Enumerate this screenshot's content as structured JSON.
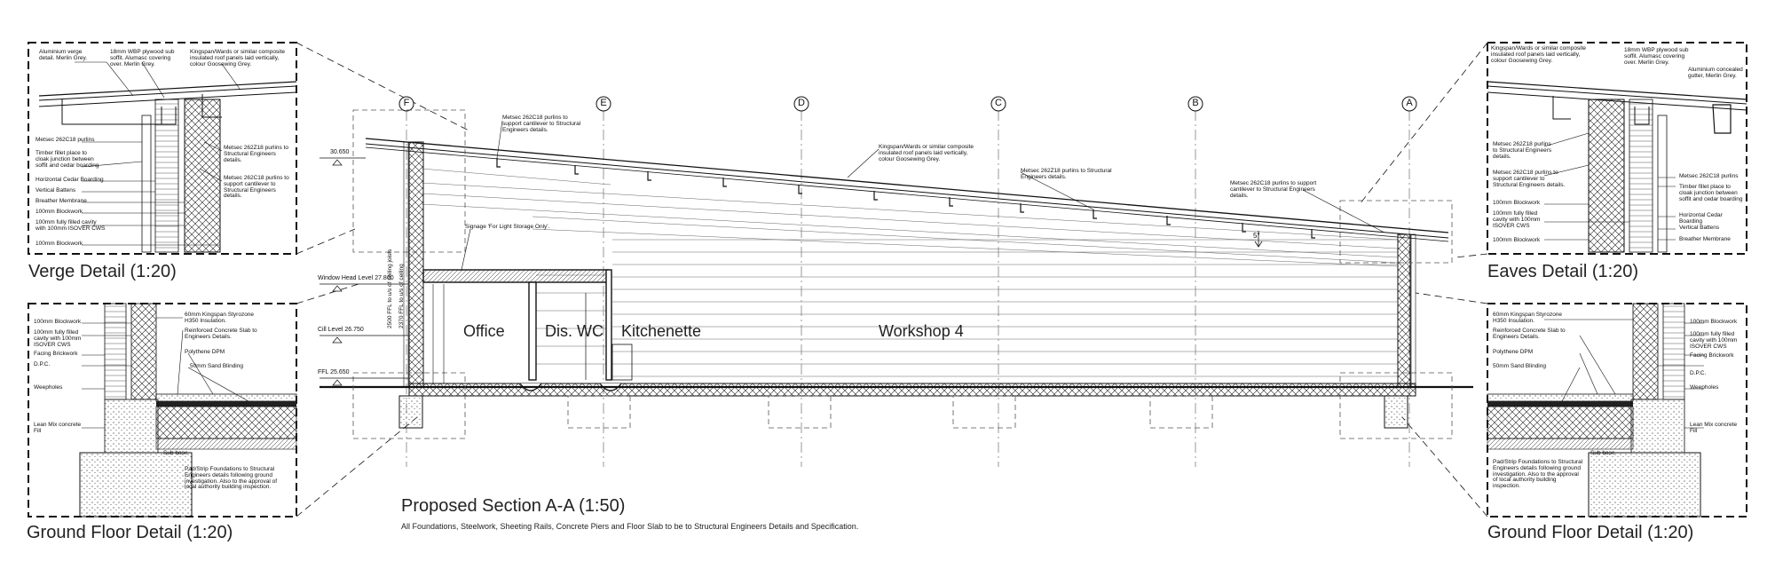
{
  "main_section": {
    "title": "Proposed Section A-A (1:50)",
    "subtitle": "All Foundations, Steelwork, Sheeting Rails, Concrete Piers and Floor Slab to be to Structural Engineers Details and Specification.",
    "gridlines": [
      "F",
      "E",
      "D",
      "C",
      "B",
      "A"
    ],
    "rooms": [
      "Office",
      "Dis. WC",
      "Kitchenette",
      "Workshop 4"
    ],
    "levels": [
      "30.650",
      "Window Head Level 27.860",
      "Cill Level 26.750",
      "FFL 25.650"
    ],
    "dims": [
      "2500 FFL to u/s of ceiling joists",
      "2370 FFL to u/s of ceiling"
    ],
    "angle": "5°",
    "notes": {
      "purlins_cantilever": "Metsec 262C18 purlins to support cantilever to Structural Engineers details.",
      "roof_panels": "Kingspan/Wards or similar composite insulated roof panels laid vertically, colour Goosewing Grey.",
      "purlins_z": "Metsec 262Z18 purlins to Structural Engineers details.",
      "purlins_cantilever_right": "Metsec 262C18 purlins to support cantilever to Structural Engineers details.",
      "signage": "Signage 'For Light Storage Only'."
    }
  },
  "details": {
    "verge": {
      "title": "Verge Detail (1:20)",
      "notes": [
        "Aluminium verge detail. Merlin Grey.",
        "18mm WBP plywood sub soffit. Alumasc covering over. Merlin Grey.",
        "Kingspan/Wards or similar composite insulated roof panels laid vertically, colour Goosewing Grey.",
        "Metsec 262C18 purlins",
        "Timber fillet place to cloak junction between soffit and cedar boarding",
        "Horizontal Cedar Boarding",
        "Vertical Battens",
        "Breather Membrane",
        "100mm Blockwork",
        "100mm fully filled cavity with 100mm ISOVER CWS",
        "100mm Blockwork",
        "Metsec 262Z18 purlins to Structural Engineers details.",
        "Metsec 262C18 purlins to support cantilever to Structural Engineers details."
      ]
    },
    "eaves": {
      "title": "Eaves Detail (1:20)",
      "notes": [
        "Kingspan/Wards or similar composite insulated roof panels laid vertically, colour Goosewing Grey.",
        "18mm WBP plywood sub soffit. Alumasc covering over. Merlin Grey.",
        "Aluminium concealed gutter, Merlin Grey.",
        "Metsec 262Z18 purlins to Structural Engineers details.",
        "Metsec 262C18 purlins to support cantilever to Structural Engineers details.",
        "Metsec 262C18 purlins",
        "100mm Blockwork",
        "100mm fully filled cavity with 100mm ISOVER CWS",
        "100mm Blockwork",
        "Timber fillet place to cloak junction between soffit and cedar boarding",
        "Horizontal Cedar Boarding",
        "Vertical Battens",
        "Breather Membrane"
      ]
    },
    "ground_left": {
      "title": "Ground Floor Detail (1:20)",
      "notes": [
        "100mm Blockwork",
        "100mm fully filled cavity with 100mm ISOVER CWS",
        "Facing Brickwork",
        "D.P.C.",
        "Weepholes",
        "Lean Mix concrete Fill",
        "60mm Kingspan Styrozone H350 Insulation.",
        "Reinforced Concrete Slab to Engineers Details.",
        "Polythene DPM",
        "50mm Sand Blinding",
        "Sub base",
        "Pad/Strip Foundations to Structural Engineers details following ground investigation. Also to the approval of local authority building inspection."
      ]
    },
    "ground_right": {
      "title": "Ground Floor Detail (1:20)",
      "notes": [
        "60mm Kingspan Styrozone H350 Insulation.",
        "Reinforced Concrete Slab to Engineers Details.",
        "Polythene DPM",
        "50mm Sand Blinding",
        "Sub base",
        "100mm Blockwork",
        "100mm fully filled cavity with 100mm ISOVER CWS",
        "Facing Brickwork",
        "D.P.C.",
        "Weepholes",
        "Lean Mix concrete Fill",
        "Pad/Strip Foundations to Structural Engineers details following ground investigation. Also to the approval of local authority building inspection."
      ]
    }
  }
}
